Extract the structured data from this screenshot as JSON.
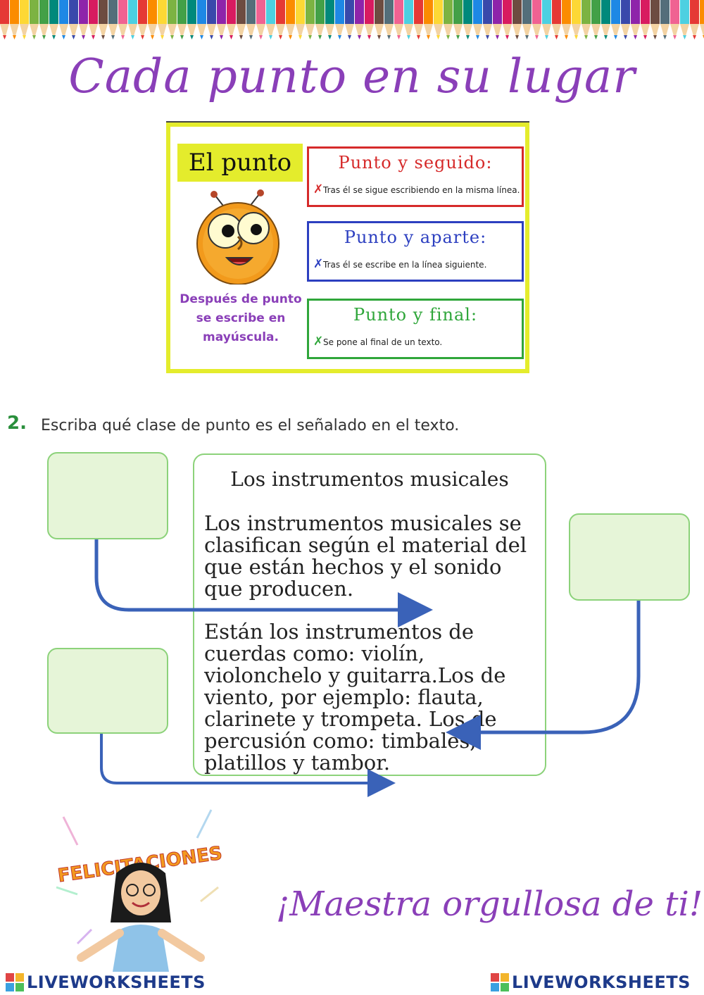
{
  "title": "Cada punto en su lugar",
  "info": {
    "heading": "El punto",
    "note_lines": [
      "Después de punto",
      "se escribe en",
      "mayúscula."
    ],
    "types": [
      {
        "title": "Punto y seguido:",
        "mark": "✗",
        "desc": "Tras él se sigue escribiendo en la misma línea.",
        "color": "#d62a2a"
      },
      {
        "title": "Punto y aparte:",
        "mark": "✗",
        "desc": "Tras él se escribe en la línea siguiente.",
        "color": "#2c3fc0"
      },
      {
        "title": "Punto y final:",
        "mark": "✗",
        "desc": "Se pone al final de un texto.",
        "color": "#2fa63a"
      }
    ]
  },
  "question": {
    "number": "2.",
    "text": "Escriba qué clase de punto es el señalado en el texto."
  },
  "answers": [
    "",
    "",
    ""
  ],
  "reading": {
    "title": "Los instrumentos musicales",
    "para1": "Los instrumentos musicales se clasifican según el material del que están hechos y el sonido que producen.",
    "para2": "Están los instrumentos de cuerdas como: violín, violonchelo y guitarra.Los de viento, por ejemplo: flauta, clarinete y trompeta. Los de percusión como: timbales, platillos y tambor."
  },
  "footer": {
    "congrats": "FELICITACIONES",
    "proud": "¡Maestra orgullosa de ti!",
    "brand": "LIVEWORKSHEETS"
  },
  "colors": {
    "accent_purple": "#8a3fb8",
    "arrow_blue": "#3a62b8",
    "box_green": "#8cd27a",
    "box_fill": "#e6f5d8",
    "brand_blue": "#1d3a8a"
  }
}
